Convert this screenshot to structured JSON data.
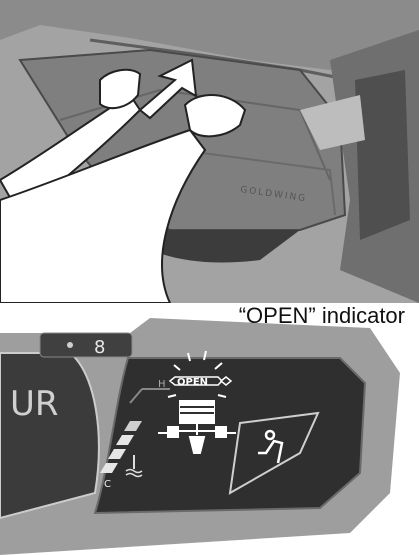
{
  "illustration": {
    "callout_label": "“OPEN” indicator",
    "display": {
      "indicator_text": "OPEN",
      "temp_high_label": "H",
      "temp_low_label": "C",
      "gear_partial_text": "UR",
      "top_digit": "8",
      "brand_text": "GOLDWING"
    }
  },
  "colors": {
    "body_gray": "#8e8e8e",
    "display_dark": "#3a3a3a",
    "indicator": "#ffffff",
    "background": "#9a9a9a"
  }
}
